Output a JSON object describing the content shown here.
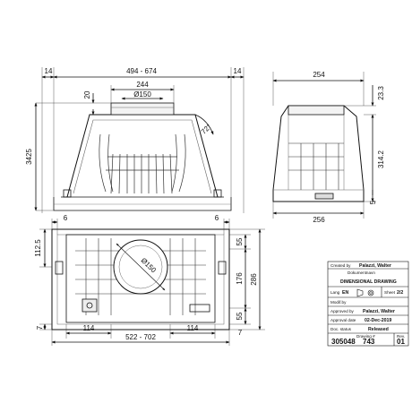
{
  "front_view": {
    "d_14_left": "14",
    "d_width_top": "494 - 674",
    "d_14_right": "14",
    "d_244": "244",
    "d_20": "20",
    "d_dia150": "Ø150",
    "d_angle": "72°",
    "d_height": "3425"
  },
  "side_view": {
    "d_254": "254",
    "d_233": "23.3",
    "d_3142": "314.2",
    "d_5": "5",
    "d_256": "256"
  },
  "plan_view": {
    "d_6_left": "6",
    "d_6_right": "6",
    "d_1125": "112.5",
    "d_dia150": "Ø150",
    "d_55_top": "55",
    "d_176": "176",
    "d_286": "286",
    "d_55_bottom": "55",
    "d_7_left": "7",
    "d_7_right": "7",
    "d_114_left": "114",
    "d_114_right": "114",
    "d_width_bottom": "522 - 702"
  },
  "title_block": {
    "created_by_label": "Created by",
    "created_by": "Palazzi, Walter",
    "doc_type_label": "Dokumentnavn",
    "doc_type": "DIMENSIONAL DRAWING",
    "lang_label": "Lang",
    "lang": "EN",
    "sheet_label": "Sheet",
    "sheet": "2/2",
    "modif_label": "Modif.by",
    "approved_label": "Approved by",
    "approved_by": "Palazzi, Walter",
    "approval_date_label": "Approval date",
    "approval_date": "02-Dec-2019",
    "status_label": "Doc. status",
    "status": "Released",
    "drawing_label": "Drawing #",
    "drawing_no": "305048",
    "drawing_no2": "743",
    "rev_label": "Rev.",
    "rev": "01"
  }
}
